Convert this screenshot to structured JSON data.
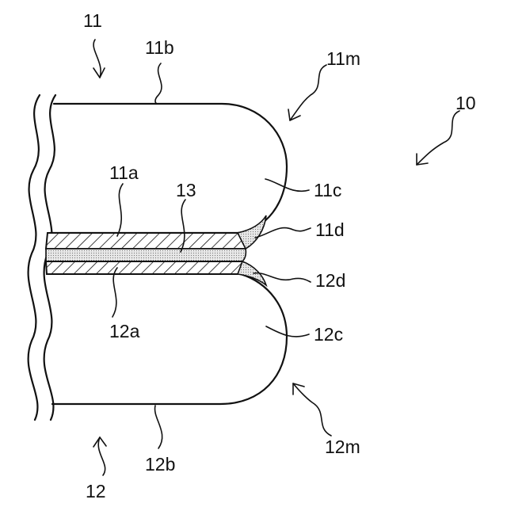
{
  "labels": {
    "upper_member": "11",
    "upper_outer_face": "11b",
    "upper_rounded_end": "11m",
    "assembly": "10",
    "upper_inner_face": "11a",
    "bond_layer": "13",
    "upper_curve": "11c",
    "upper_fillet": "11d",
    "lower_fillet": "12d",
    "lower_inner_face": "12a",
    "lower_curve": "12c",
    "lower_rounded_end": "12m",
    "lower_outer_face": "12b",
    "lower_member": "12"
  }
}
